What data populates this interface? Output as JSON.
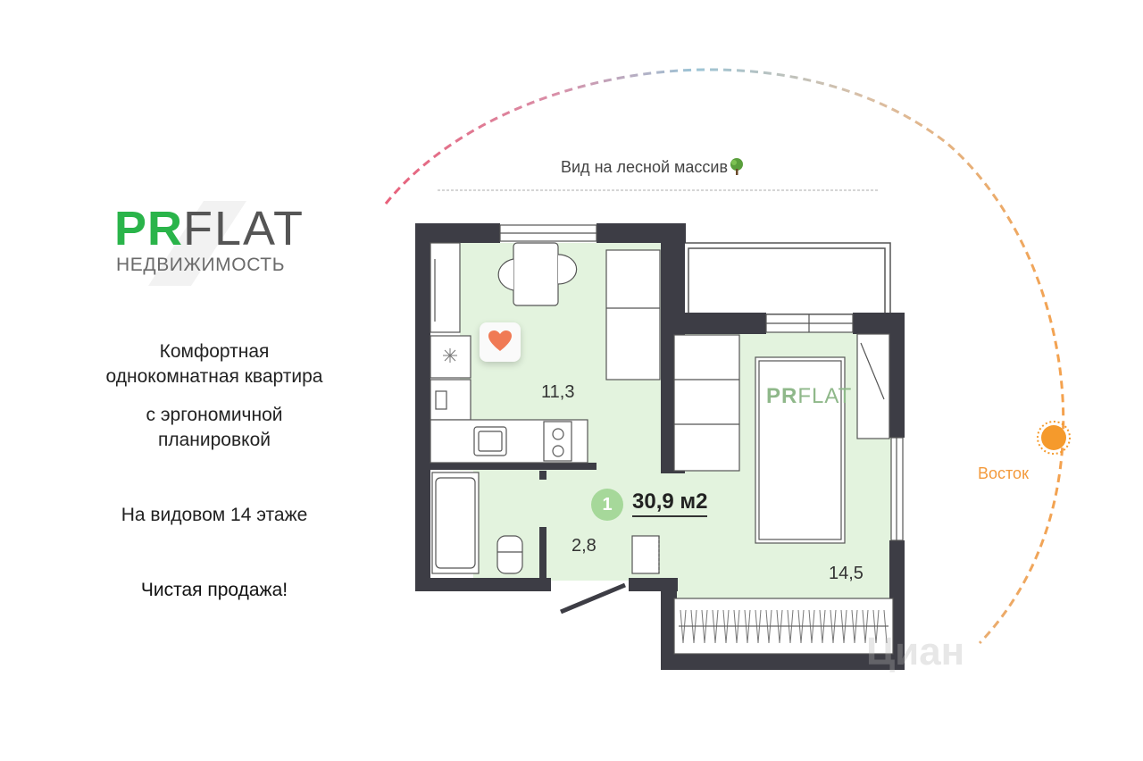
{
  "brand": {
    "name_accent": "PR",
    "name_rest": "FLAT",
    "subtitle": "НЕДВИЖИМОСТЬ",
    "accent_color": "#2ab44a"
  },
  "description": {
    "line1": "Комфортная",
    "line2": "однокомнатная квартира",
    "line3": "с эргономичной",
    "line4": "планировкой",
    "floor": "На видовом 14 этаже",
    "sale": "Чистая продажа!"
  },
  "plan": {
    "view_label": "Вид на лесной массив",
    "view_icon": "tree-icon",
    "east_label": "Восток",
    "sun_icon": "sun-icon",
    "favorite_icon": "heart-icon",
    "room_count": "1",
    "total_area": "30,9 м2",
    "rooms": [
      {
        "name": "kitchen",
        "area": "11,3"
      },
      {
        "name": "bathroom",
        "area": "2,8"
      },
      {
        "name": "living-room",
        "area": "14,5"
      }
    ],
    "watermark_accent": "PR",
    "watermark_rest": "FLAT",
    "cian_watermark": "Циан",
    "colors": {
      "room_fill": "#e3f3de",
      "wall": "#3d3d45",
      "arc_start": "#e8607a",
      "arc_mid": "#9cc4d6",
      "arc_end": "#f5a04a",
      "sun": "#f59a2c"
    }
  }
}
